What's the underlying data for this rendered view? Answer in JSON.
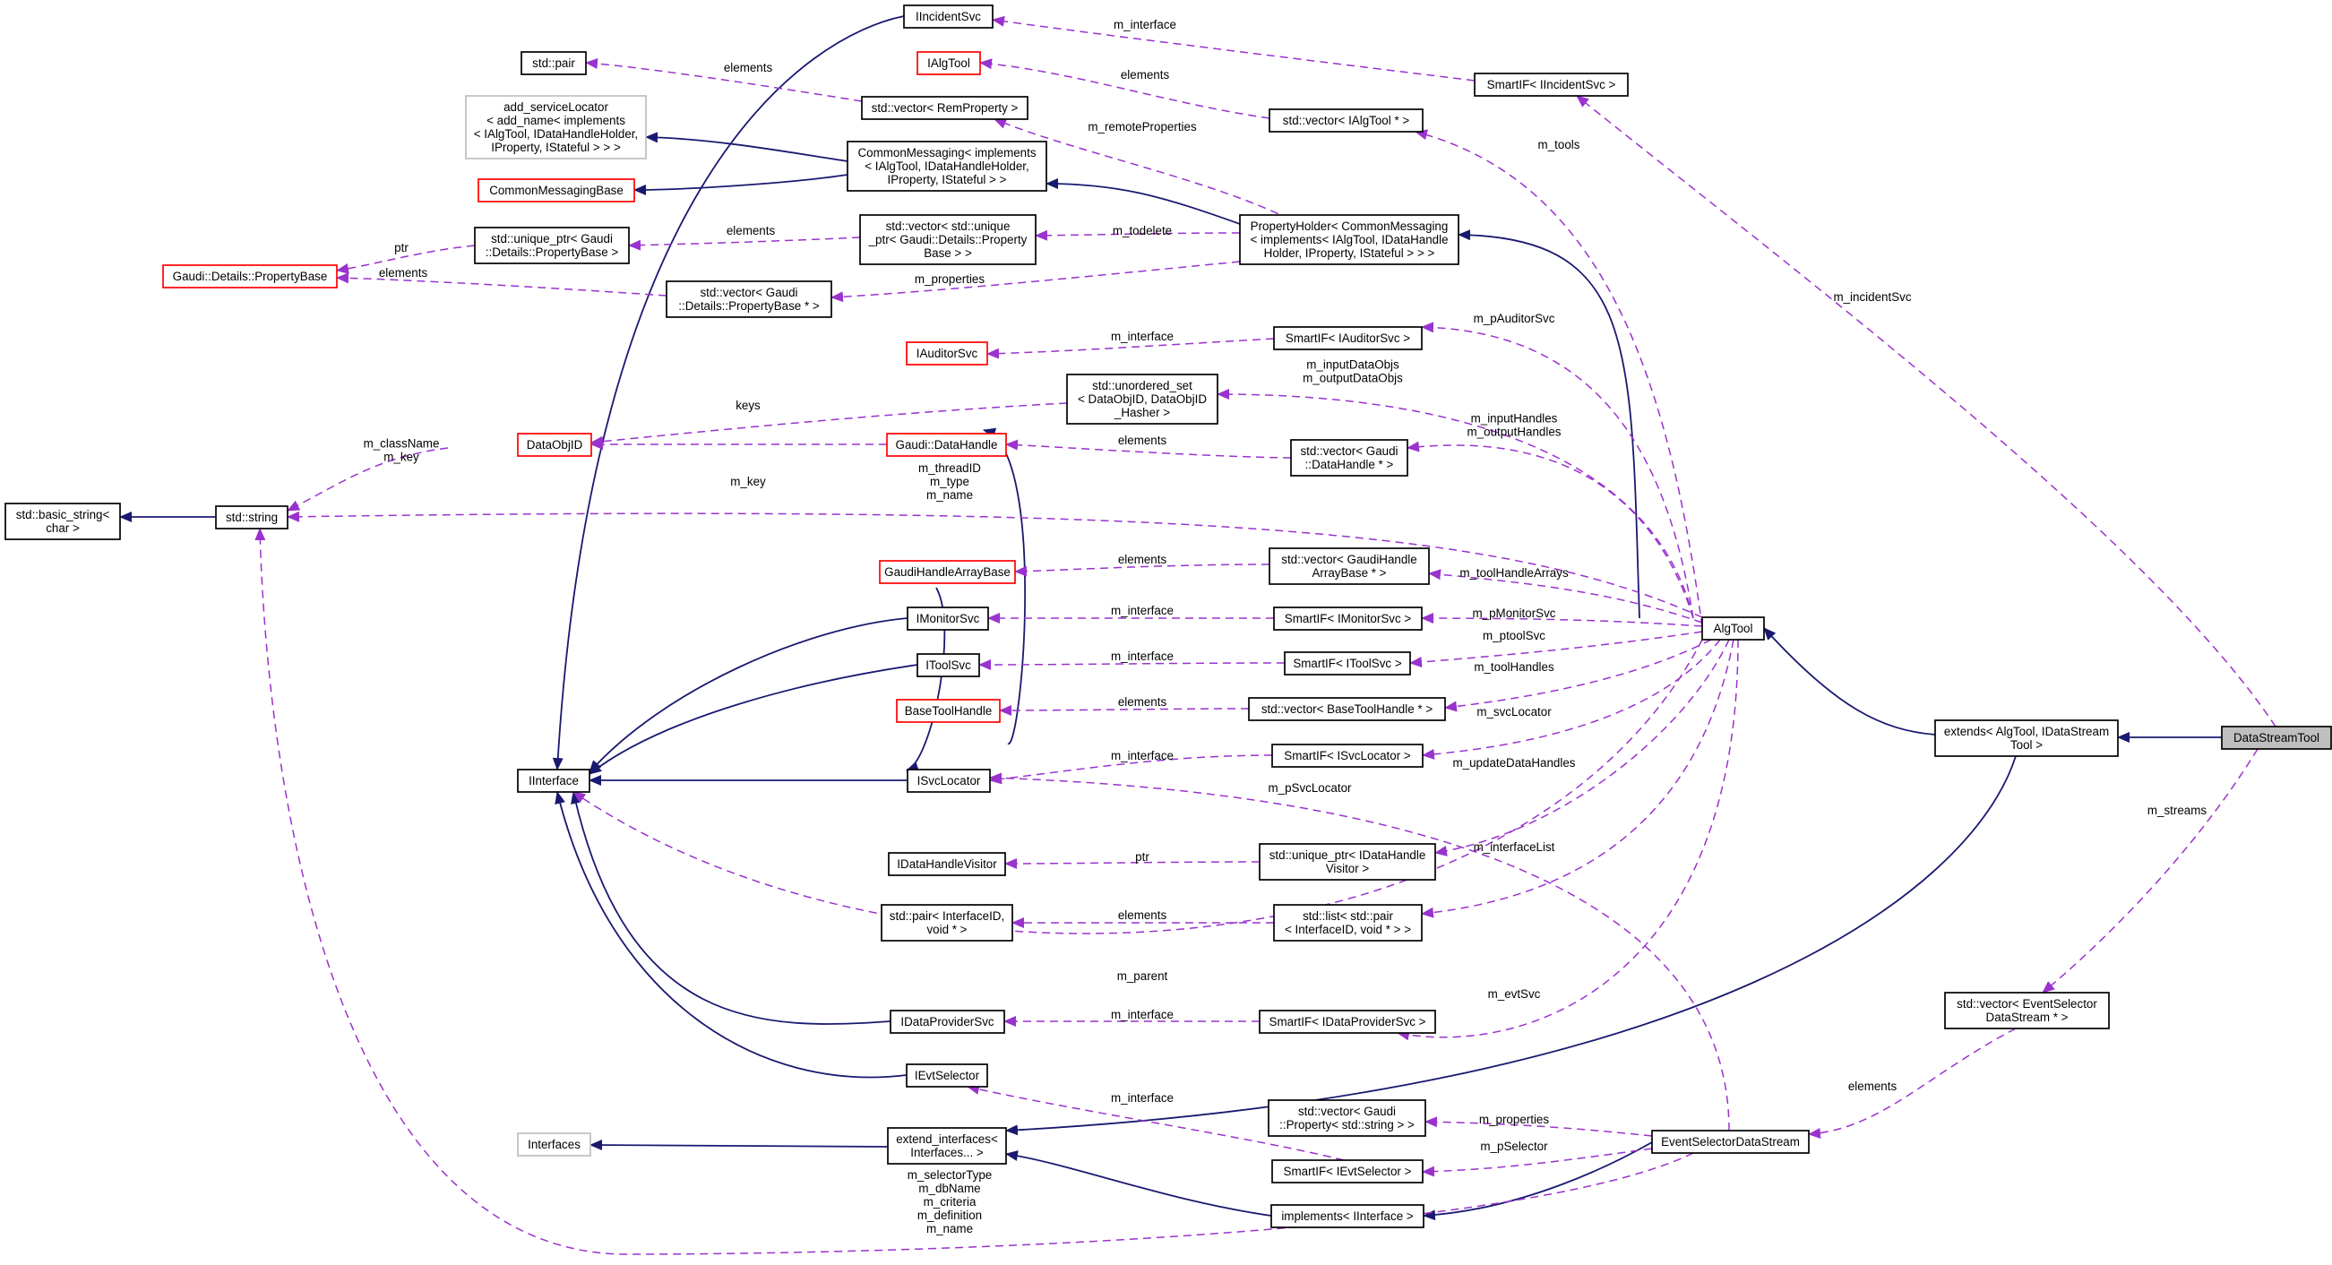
{
  "colors": {
    "inheritance": "#191970",
    "usage": "#9a32cd",
    "undocumented_border": "#ff0000",
    "external_border": "#bfbfbf",
    "focus_fill": "#bfbfbf"
  },
  "nodes": {
    "IIncidentSvc": {
      "lines": [
        "IIncidentSvc"
      ]
    },
    "std_pair": {
      "lines": [
        "std::pair"
      ]
    },
    "IAlgTool": {
      "lines": [
        "IAlgTool"
      ]
    },
    "add_serviceLocator": {
      "lines": [
        "add_serviceLocator",
        "< add_name< implements",
        "< IAlgTool, IDataHandleHolder,",
        "IProperty, IStateful > > >"
      ]
    },
    "vector_RemProperty": {
      "lines": [
        "std::vector< RemProperty >"
      ]
    },
    "SmartIF_IIncidentSvc": {
      "lines": [
        "SmartIF< IIncidentSvc >"
      ]
    },
    "vector_IAlgTool": {
      "lines": [
        "std::vector< IAlgTool * >"
      ]
    },
    "CommonMessagingBase": {
      "lines": [
        "CommonMessagingBase"
      ]
    },
    "CommonMessaging": {
      "lines": [
        "CommonMessaging< implements",
        "< IAlgTool, IDataHandleHolder,",
        "IProperty, IStateful > >"
      ]
    },
    "PropertyHolder": {
      "lines": [
        "PropertyHolder< CommonMessaging",
        "< implements< IAlgTool, IDataHandle",
        "Holder, IProperty, IStateful > > >"
      ]
    },
    "unique_ptr_PropertyBase": {
      "lines": [
        "std::unique_ptr< Gaudi",
        "::Details::PropertyBase >"
      ]
    },
    "vector_unique_ptr": {
      "lines": [
        "std::vector< std::unique",
        "_ptr< Gaudi::Details::Property",
        "Base > >"
      ]
    },
    "PropertyBase": {
      "lines": [
        "Gaudi::Details::PropertyBase"
      ]
    },
    "vector_PropertyBase_ptr": {
      "lines": [
        "std::vector< Gaudi",
        "::Details::PropertyBase * >"
      ]
    },
    "IAuditorSvc": {
      "lines": [
        "IAuditorSvc"
      ]
    },
    "SmartIF_IAuditorSvc": {
      "lines": [
        "SmartIF< IAuditorSvc >"
      ]
    },
    "unordered_set": {
      "lines": [
        "std::unordered_set",
        "< DataObjID, DataObjID",
        "_Hasher >"
      ]
    },
    "DataObjID": {
      "lines": [
        "DataObjID"
      ]
    },
    "DataHandle": {
      "lines": [
        "Gaudi::DataHandle"
      ]
    },
    "vector_DataHandle": {
      "lines": [
        "std::vector< Gaudi",
        "::DataHandle * >"
      ]
    },
    "basic_string": {
      "lines": [
        "std::basic_string<",
        "char >"
      ]
    },
    "std_string": {
      "lines": [
        "std::string"
      ]
    },
    "GaudiHandleArrayBase": {
      "lines": [
        "GaudiHandleArrayBase"
      ]
    },
    "vector_GaudiHandleArrayBase": {
      "lines": [
        "std::vector< GaudiHandle",
        "ArrayBase * >"
      ]
    },
    "IMonitorSvc": {
      "lines": [
        "IMonitorSvc"
      ]
    },
    "SmartIF_IMonitorSvc": {
      "lines": [
        "SmartIF< IMonitorSvc >"
      ]
    },
    "AlgTool": {
      "lines": [
        "AlgTool"
      ]
    },
    "IToolSvc": {
      "lines": [
        "IToolSvc"
      ]
    },
    "SmartIF_IToolSvc": {
      "lines": [
        "SmartIF< IToolSvc >"
      ]
    },
    "BaseToolHandle": {
      "lines": [
        "BaseToolHandle"
      ]
    },
    "vector_BaseToolHandle": {
      "lines": [
        "std::vector< BaseToolHandle * >"
      ]
    },
    "extends_AlgTool": {
      "lines": [
        "extends< AlgTool, IDataStream",
        "Tool >"
      ]
    },
    "DataStreamTool": {
      "lines": [
        "DataStreamTool"
      ]
    },
    "SmartIF_ISvcLocator": {
      "lines": [
        "SmartIF< ISvcLocator >"
      ]
    },
    "IInterface": {
      "lines": [
        "IInterface"
      ]
    },
    "ISvcLocator": {
      "lines": [
        "ISvcLocator"
      ]
    },
    "IDataHandleVisitor": {
      "lines": [
        "IDataHandleVisitor"
      ]
    },
    "unique_ptr_IDataHandleVisitor": {
      "lines": [
        "std::unique_ptr< IDataHandle",
        "Visitor >"
      ]
    },
    "pair_InterfaceID": {
      "lines": [
        "std::pair< InterfaceID,",
        "void * >"
      ]
    },
    "list_pair": {
      "lines": [
        "std::list< std::pair",
        "< InterfaceID, void * > >"
      ]
    },
    "vector_EventSelector": {
      "lines": [
        "std::vector< EventSelector",
        "DataStream * >"
      ]
    },
    "IDataProviderSvc": {
      "lines": [
        "IDataProviderSvc"
      ]
    },
    "SmartIF_IDataProviderSvc": {
      "lines": [
        "SmartIF< IDataProviderSvc >"
      ]
    },
    "IEvtSelector": {
      "lines": [
        "IEvtSelector"
      ]
    },
    "vector_Property_string": {
      "lines": [
        "std::vector< Gaudi",
        "::Property< std::string > >"
      ]
    },
    "Interfaces": {
      "lines": [
        "Interfaces"
      ]
    },
    "extend_interfaces": {
      "lines": [
        "extend_interfaces<",
        "Interfaces... >"
      ]
    },
    "EventSelectorDataStream": {
      "lines": [
        "EventSelectorDataStream"
      ]
    },
    "SmartIF_IEvtSelector": {
      "lines": [
        "SmartIF< IEvtSelector >"
      ]
    },
    "implements_IInterface": {
      "lines": [
        "implements< IInterface >"
      ]
    }
  },
  "edge_labels": {
    "l_m_interface_incident": [
      "m_interface"
    ],
    "l_elements_pair": [
      "elements"
    ],
    "l_elements_algtool": [
      "elements"
    ],
    "l_m_remoteProperties": [
      "m_remoteProperties"
    ],
    "l_m_tools": [
      "m_tools"
    ],
    "l_m_incidentSvc": [
      "m_incidentSvc"
    ],
    "l_ptr_upb": [
      "ptr"
    ],
    "l_elements_vup": [
      "elements"
    ],
    "l_m_todelete": [
      "m_todelete"
    ],
    "l_elements_vpb": [
      "elements"
    ],
    "l_m_properties_ph": [
      "m_properties"
    ],
    "l_m_interface_auditor": [
      "m_interface"
    ],
    "l_m_pAuditorSvc": [
      "m_pAuditorSvc"
    ],
    "l_m_inputDataObjs": [
      "m_inputDataObjs",
      "m_outputDataObjs"
    ],
    "l_keys": [
      "keys"
    ],
    "l_m_className": [
      "m_className",
      "m_key"
    ],
    "l_m_key": [
      "m_key"
    ],
    "l_elements_dh": [
      "elements"
    ],
    "l_m_inputHandles": [
      "m_inputHandles",
      "m_outputHandles"
    ],
    "l_m_threadID": [
      "m_threadID",
      "m_type",
      "m_name"
    ],
    "l_elements_ghab": [
      "elements"
    ],
    "l_m_toolHandleArrays": [
      "m_toolHandleArrays"
    ],
    "l_m_interface_monitor": [
      "m_interface"
    ],
    "l_m_pMonitorSvc": [
      "m_pMonitorSvc"
    ],
    "l_m_interface_toolsvc": [
      "m_interface"
    ],
    "l_m_ptoolSvc": [
      "m_ptoolSvc"
    ],
    "l_elements_bth": [
      "elements"
    ],
    "l_m_toolHandles": [
      "m_toolHandles"
    ],
    "l_m_interface_svcloc": [
      "m_interface"
    ],
    "l_m_svcLocator": [
      "m_svcLocator"
    ],
    "l_m_updateDataHandles": [
      "m_updateDataHandles"
    ],
    "l_m_pSvcLocator": [
      "m_pSvcLocator"
    ],
    "l_ptr_dhv": [
      "ptr"
    ],
    "l_m_interfaceList": [
      "m_interfaceList"
    ],
    "l_elements_pairif": [
      "elements"
    ],
    "l_m_streams": [
      "m_streams"
    ],
    "l_m_parent": [
      "m_parent"
    ],
    "l_m_evtSvc": [
      "m_evtSvc"
    ],
    "l_m_interface_dps": [
      "m_interface"
    ],
    "l_elements_esds": [
      "elements"
    ],
    "l_m_interface_evtsel": [
      "m_interface"
    ],
    "l_m_properties_esds": [
      "m_properties"
    ],
    "l_m_pSelector": [
      "m_pSelector"
    ],
    "l_m_selectorType": [
      "m_selectorType",
      "m_dbName",
      "m_criteria",
      "m_definition",
      "m_name"
    ]
  }
}
